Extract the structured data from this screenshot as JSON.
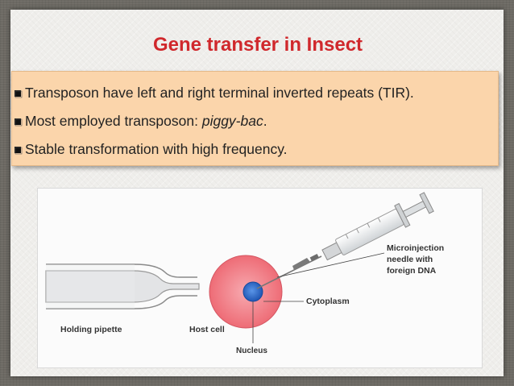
{
  "slide": {
    "title": "Gene transfer in Insect",
    "bullets": [
      {
        "text": "Transposon have left and right terminal inverted repeats (TIR)."
      },
      {
        "text_before": "Most employed transposon: ",
        "text_italic": "piggy-bac",
        "text_after": "."
      },
      {
        "text": "Stable transformation with high frequency."
      }
    ]
  },
  "figure": {
    "labels": {
      "microinjection_line1": "Microinjection",
      "microinjection_line2": "needle with",
      "microinjection_line3": "foreign DNA",
      "cytoplasm": "Cytoplasm",
      "holding_pipette": "Holding pipette",
      "host_cell": "Host cell",
      "nucleus": "Nucleus"
    }
  },
  "colors": {
    "title": "#d0282c",
    "bullet_box": "#fbd5ab",
    "cell_fill": "#ef7f86",
    "nucleus_fill": "#2e6dd0"
  }
}
